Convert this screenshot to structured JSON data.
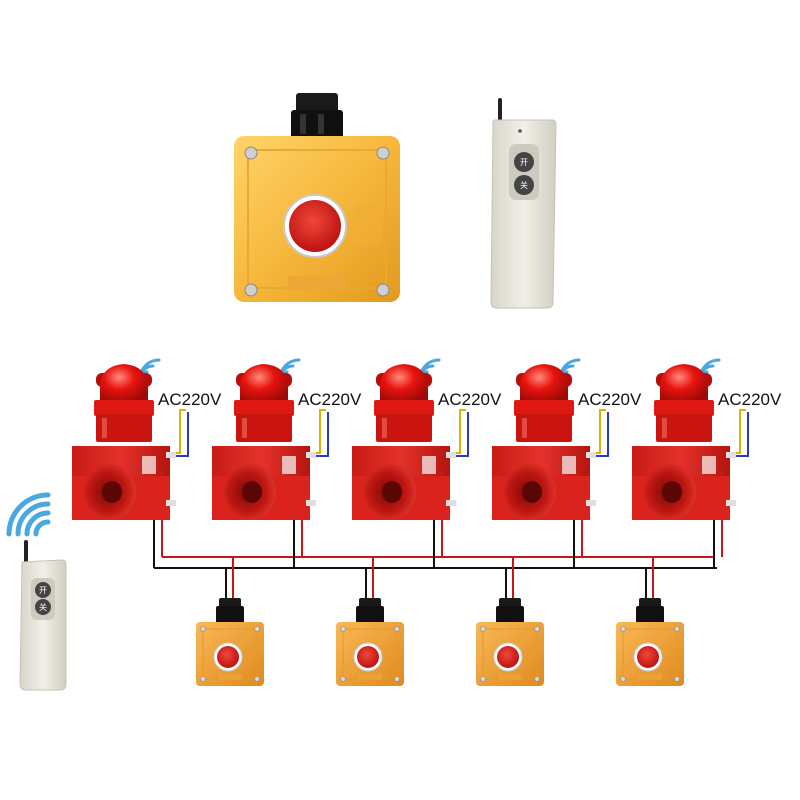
{
  "voltage_label": "AC220V",
  "colors": {
    "box_yellow": "#f6b73c",
    "box_orange": "#ef9b2a",
    "button_red": "#d81b1b",
    "beacon_red": "#e0150f",
    "siren_red": "#d9231c",
    "remote_white": "#ece9e0",
    "wire_red": "#c81414",
    "wire_black": "#111111",
    "wire_yellow": "#e0b300",
    "wire_blue": "#2b3cc4",
    "signal_blue": "#4aa8e0"
  },
  "remote": {
    "button_on_glyph": "开",
    "button_off_glyph": "关"
  },
  "icons": {
    "signal": "wireless-signal-icon",
    "beacon": "warning-light-icon",
    "horn": "horn-speaker-icon"
  },
  "alarm_count": 5,
  "switch_count": 4
}
